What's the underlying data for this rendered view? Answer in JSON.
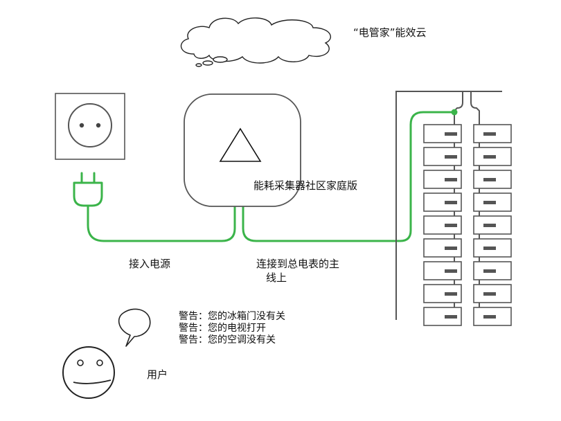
{
  "cloud_label": "“电管家”能效云",
  "device_label": "能耗采集器社区家庭版",
  "plug_label": "接入电源",
  "meter_label_line1": "连接到总电表的主",
  "meter_label_line2": "线上",
  "warnings": [
    "警告：您的冰箱门没有关",
    "警告：您的电视打开",
    "警告：您的空调没有关"
  ],
  "user_label": "用户",
  "colors": {
    "wire": "#3bb44a",
    "outline": "#555555",
    "breaker": "#555555"
  },
  "icons": [
    "cloud-icon",
    "wall-socket-icon",
    "plug-icon",
    "collector-device-icon",
    "breaker-panel-icon",
    "speech-bubble-icon",
    "smiley-user-icon"
  ]
}
